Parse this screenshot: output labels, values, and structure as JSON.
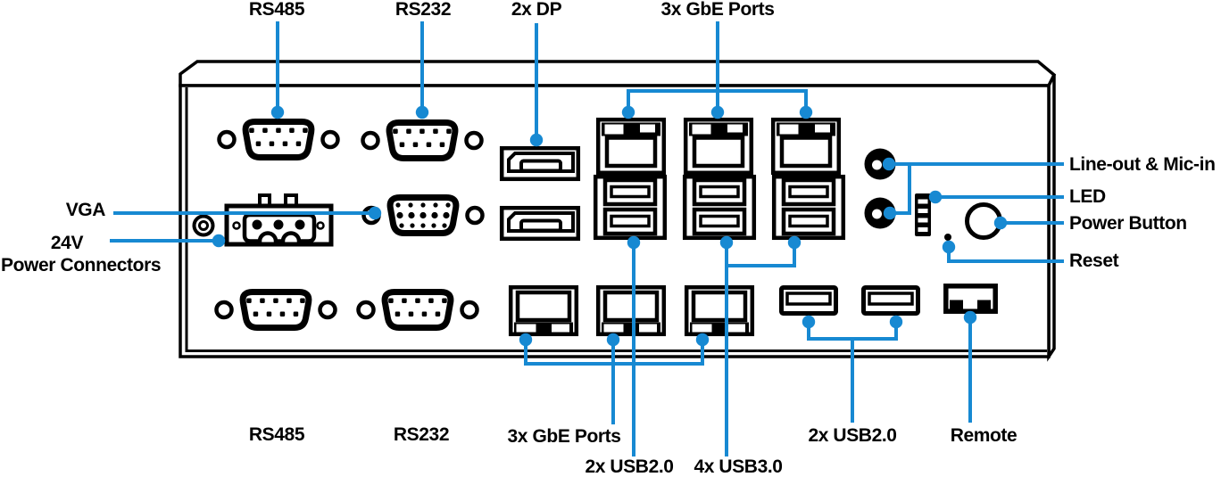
{
  "diagram_title": "Rear panel I/O diagram",
  "colors": {
    "accent": "#1789d2",
    "ink": "#000000",
    "background": "#ffffff"
  },
  "labels": {
    "rs485_top": "RS485",
    "rs232_top": "RS232",
    "dp": "2x DP",
    "gbe_top": "3x GbE Ports",
    "vga": "VGA",
    "v24": "24V",
    "power_connectors": "Power Connectors",
    "audio": "Line-out & Mic-in",
    "led": "LED",
    "power_button": "Power Button",
    "reset": "Reset",
    "rs485_bottom": "RS485",
    "rs232_bottom": "RS232",
    "gbe_bottom": "3x GbE Ports",
    "usb2_mid": "2x USB2.0",
    "usb3": "4x USB3.0",
    "usb2_right": "2x USB2.0",
    "remote": "Remote"
  }
}
